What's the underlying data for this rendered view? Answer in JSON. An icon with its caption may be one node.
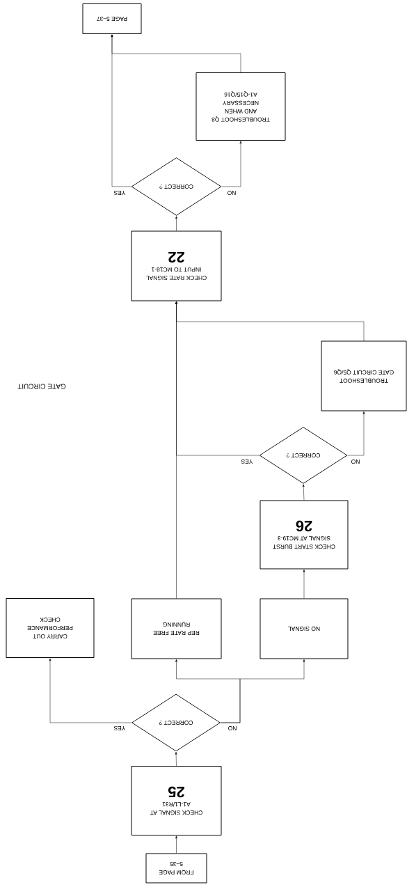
{
  "diagram": {
    "nodes": [
      {
        "text": [
          "FROM PAGE 5–35"
        ]
      },
      {
        "text": [
          "CHECK SIGNAL AT A1-L1/R31",
          "25"
        ]
      },
      {
        "text": [
          "CORRECT ?"
        ]
      },
      {
        "text": [
          "CARRY OUT PERFORMANCE CHECK"
        ]
      },
      {
        "text": [
          "REP RATE FREE RUNNING"
        ]
      },
      {
        "text": [
          "NO SIGNAL"
        ]
      },
      {
        "text": [
          "CHECK START BURST SIGNAL AT MC19-3",
          "26"
        ]
      },
      {
        "text": [
          "CORRECT ?"
        ]
      },
      {
        "text": [
          "TROUBLESHOOT GATE CIRCUIT Q5/Q6"
        ]
      },
      {
        "text": [
          "CHECK RATE SIGNAL INPUT TO MC18-1",
          "22"
        ]
      },
      {
        "text": [
          "CORRECT ?"
        ]
      },
      {
        "text": [
          "TROUBLESHOOT Q8 AND WHEN NECESSARY A1-Q15/Q16"
        ]
      },
      {
        "text": [
          "PAGE 5–37"
        ]
      }
    ],
    "edges": [
      {
        "from": 0,
        "to": 1,
        "arrow": "to"
      },
      {
        "from": 1,
        "to": 2,
        "arrow": "to"
      },
      {
        "from": 2,
        "to": 3,
        "arrow": "to",
        "label": "YES"
      },
      {
        "from": 2,
        "to": 5,
        "arrow": "to",
        "label": "NO"
      },
      {
        "from": 2,
        "to": 4,
        "arrow": "to"
      },
      {
        "from": 5,
        "to": 6,
        "arrow": "to"
      },
      {
        "from": 6,
        "to": 7,
        "arrow": "to"
      },
      {
        "from": 7,
        "to": 9,
        "arrow": "to",
        "label": "YES"
      },
      {
        "from": 7,
        "to": 8,
        "arrow": "to",
        "label": "NO"
      },
      {
        "from": 8,
        "to": 9,
        "arrow": "to"
      },
      {
        "from": 4,
        "to": 9,
        "arrow": "to"
      },
      {
        "from": 9,
        "to": 10,
        "arrow": "to"
      },
      {
        "from": 10,
        "to": 12,
        "arrow": "to",
        "label": "YES"
      },
      {
        "from": 10,
        "to": 11,
        "arrow": "to",
        "label": "NO"
      },
      {
        "from": 11,
        "to": 12,
        "arrow": "to"
      }
    ],
    "labels": [
      "GATE CIRCUIT"
    ]
  }
}
